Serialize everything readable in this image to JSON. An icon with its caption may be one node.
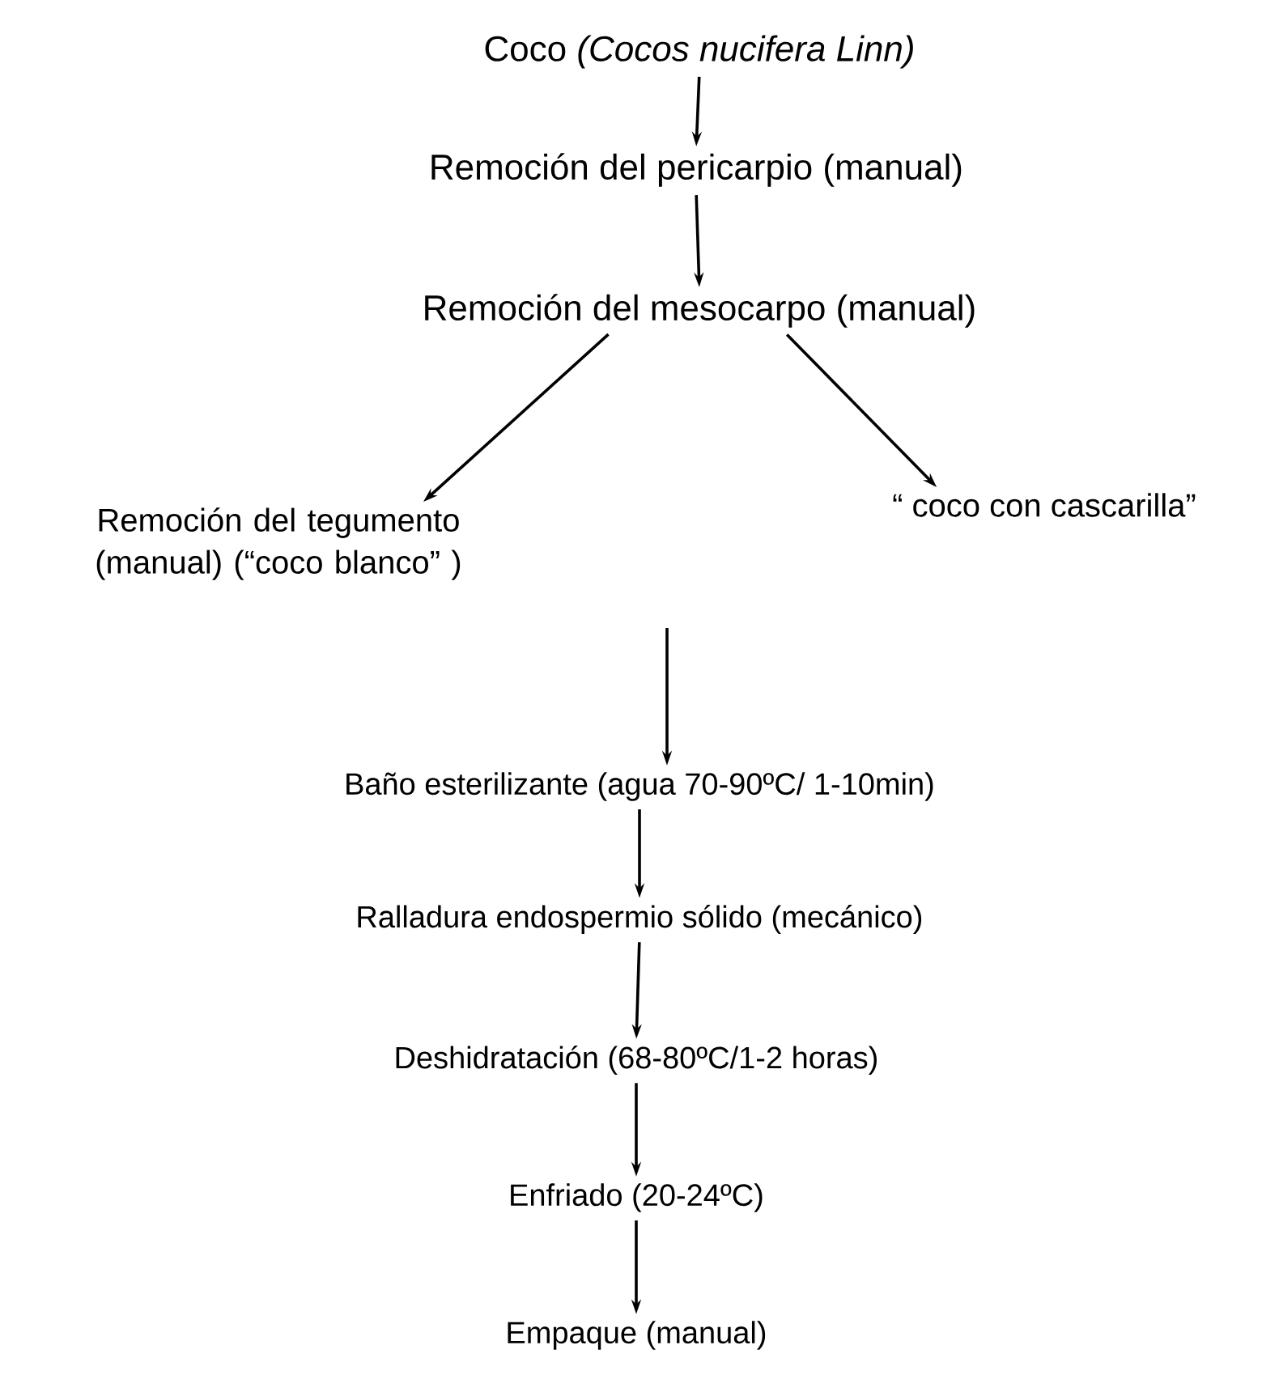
{
  "diagram": {
    "nodes": [
      {
        "text": [
          "Coco *(Cocos nucifera Linn)*"
        ]
      },
      {
        "text": [
          "Remoción del pericarpio (manual)"
        ]
      },
      {
        "text": [
          "Remoción del mesocarpo (manual)"
        ]
      },
      {
        "text": [
          "Remoción del tegumento (manual) (“coco blanco” )"
        ]
      },
      {
        "text": [
          "“ coco con cascarilla”"
        ]
      },
      {
        "text": [
          "Baño esterilizante (agua 70-90ºC/ 1-10min)"
        ]
      },
      {
        "text": [
          "Ralladura endospermio sólido (mecánico)"
        ]
      },
      {
        "text": [
          "Deshidratación (68-80ºC/1-2 horas)"
        ]
      },
      {
        "text": [
          "Enfriado (20-24ºC)"
        ]
      },
      {
        "text": [
          "Empaque (manual)"
        ]
      }
    ],
    "edges": [
      {
        "from": 0,
        "to": 1,
        "arrow": "to"
      },
      {
        "from": 1,
        "to": 2,
        "arrow": "to"
      },
      {
        "from": 2,
        "to": 3,
        "arrow": "to"
      },
      {
        "from": 2,
        "to": 4,
        "arrow": "to"
      },
      {
        "from": null,
        "to": 5,
        "arrow": "to"
      },
      {
        "from": 5,
        "to": 6,
        "arrow": "to"
      },
      {
        "from": 6,
        "to": 7,
        "arrow": "to"
      },
      {
        "from": 7,
        "to": 8,
        "arrow": "to"
      },
      {
        "from": 8,
        "to": 9,
        "arrow": "to"
      }
    ]
  }
}
